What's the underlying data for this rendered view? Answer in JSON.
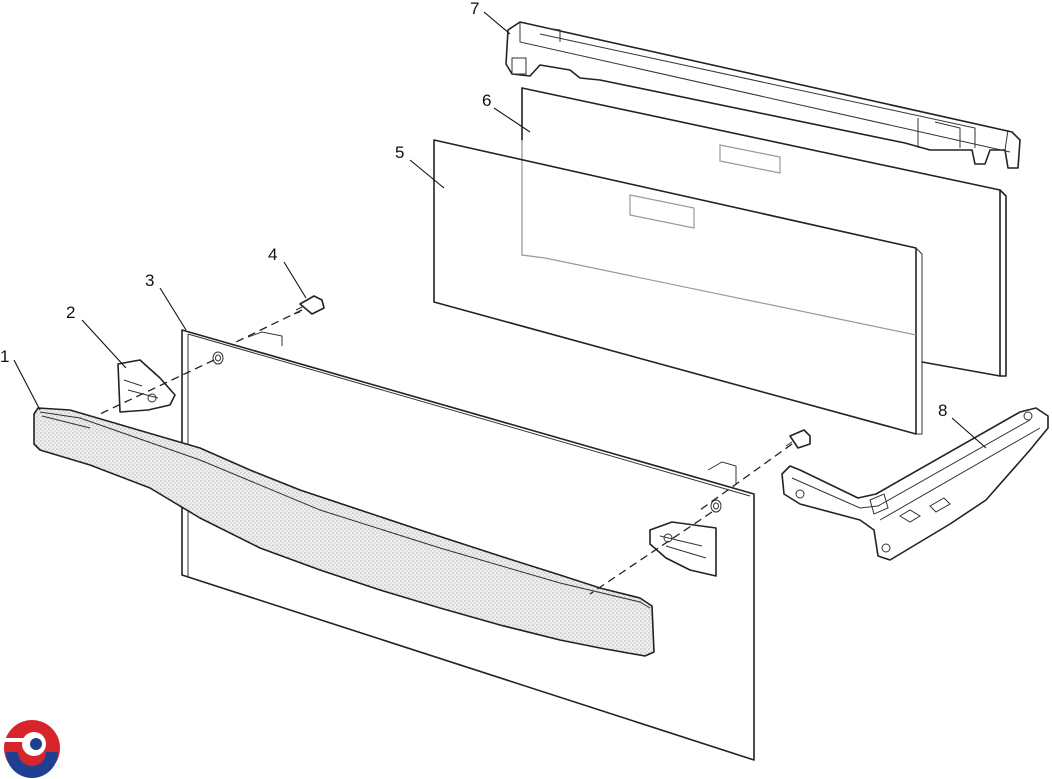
{
  "diagram": {
    "callouts": [
      {
        "id": "1",
        "label": "1"
      },
      {
        "id": "2",
        "label": "2"
      },
      {
        "id": "3",
        "label": "3"
      },
      {
        "id": "4",
        "label": "4"
      },
      {
        "id": "5",
        "label": "5"
      },
      {
        "id": "6",
        "label": "6"
      },
      {
        "id": "7",
        "label": "7"
      },
      {
        "id": "8",
        "label": "8"
      }
    ],
    "colors": {
      "line": "#222222",
      "glass_inner": "#999999",
      "handle_fill": "#e2e2e2",
      "logo_red": "#d7262b",
      "logo_blue": "#1f3f93"
    }
  }
}
